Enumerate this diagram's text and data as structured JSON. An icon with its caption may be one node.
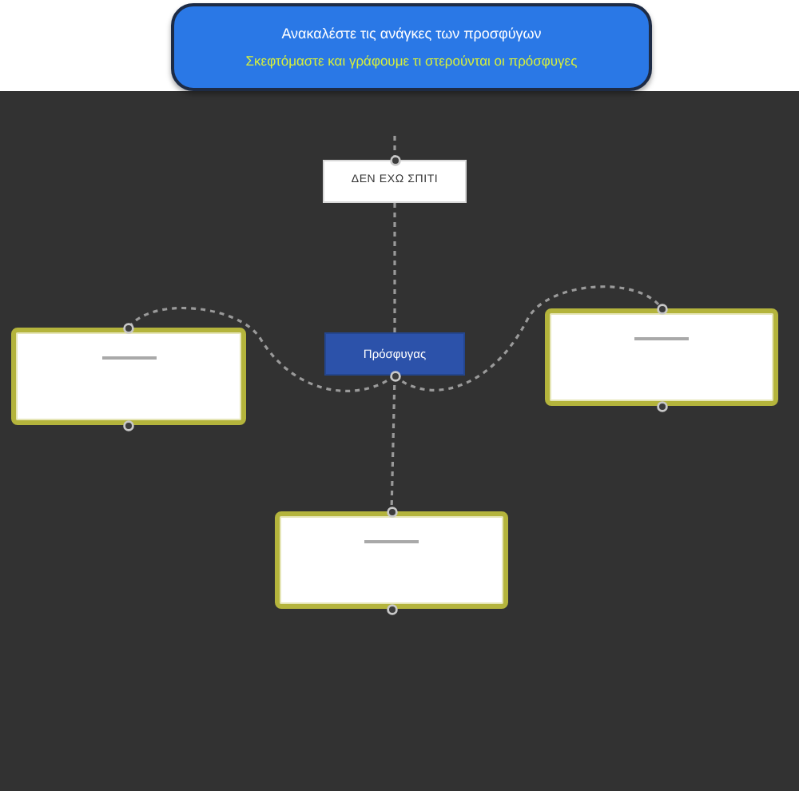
{
  "diagram": {
    "nodes": [
      {
        "text": [
          "Ανακαλέστε τις ανάγκες των προσφύγων",
          "Σκεφτόμαστε και γράφουμε τι στερούνται οι πρόσφυγες"
        ]
      },
      {
        "text": [
          "ΔΕΝ ΕΧΩ ΣΠΙΤΙ"
        ]
      },
      {
        "text": [],
        "shape": "box"
      },
      {
        "text": [
          "Πρόσφυγας"
        ]
      },
      {
        "text": [],
        "shape": "box"
      },
      {
        "text": [],
        "shape": "box"
      }
    ],
    "edges": [
      {
        "from": 3,
        "to": 1,
        "arrow": "none"
      },
      {
        "from": 3,
        "to": 2,
        "arrow": "none"
      },
      {
        "from": 3,
        "to": 4,
        "arrow": "none"
      },
      {
        "from": 3,
        "to": 5,
        "arrow": "none"
      },
      {
        "from": 1,
        "to": null,
        "arrow": "none"
      }
    ]
  }
}
